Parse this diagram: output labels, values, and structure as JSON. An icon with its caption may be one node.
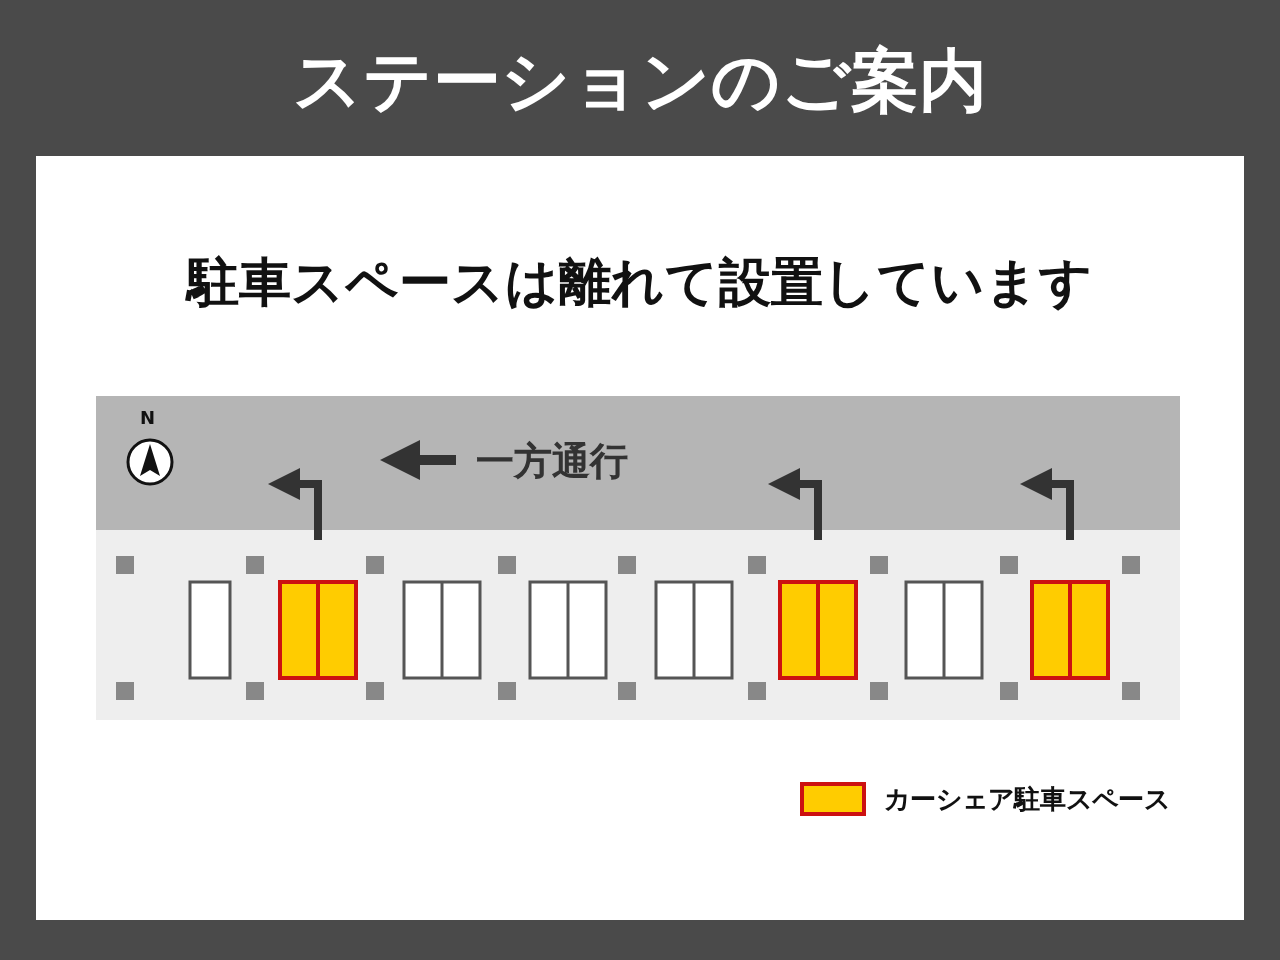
{
  "diagram": {
    "title": "ステーションのご案内",
    "labels": [
      "駐車スペースは離れて設置しています",
      "N",
      "一方通行"
    ],
    "legend": [
      {
        "text": "カーシェア駐車スペース",
        "color": "#ffcc00"
      }
    ]
  }
}
